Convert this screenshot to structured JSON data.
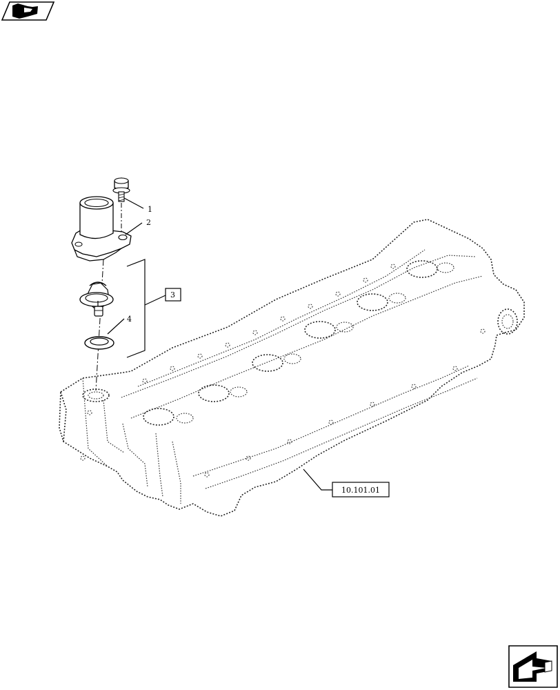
{
  "callouts": {
    "item1": "1",
    "item2": "2",
    "item3": "3",
    "item4": "4",
    "reference": "10.101.01"
  },
  "icons": {
    "top_left": "previous-page-arrow-icon",
    "bottom_right": "next-page-arrow-icon"
  },
  "colors": {
    "line": "#000000",
    "background": "#ffffff"
  }
}
